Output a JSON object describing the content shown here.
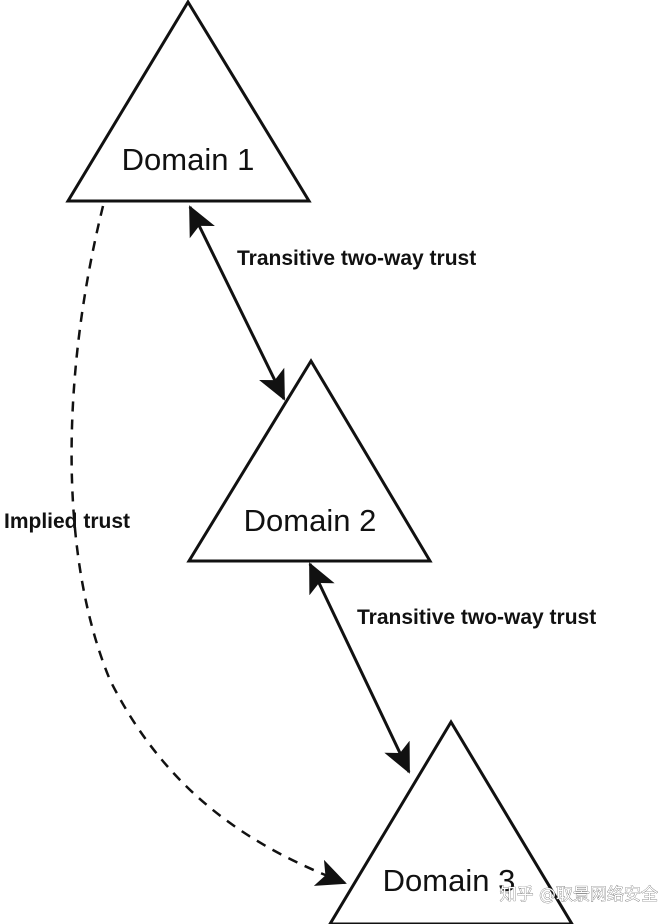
{
  "domains": [
    {
      "label": "Domain 1"
    },
    {
      "label": "Domain 2"
    },
    {
      "label": "Domain 3"
    }
  ],
  "trusts": [
    {
      "label": "Transitive two-way trust",
      "type": "solid",
      "direction": "two-way",
      "from": "Domain 1",
      "to": "Domain 2"
    },
    {
      "label": "Transitive two-way trust",
      "type": "solid",
      "direction": "two-way",
      "from": "Domain 2",
      "to": "Domain 3"
    },
    {
      "label": "Implied trust",
      "type": "dashed",
      "direction": "one-way",
      "from": "Domain 1",
      "to": "Domain 3"
    }
  ],
  "watermark": "知乎 @取景网络安全",
  "colors": {
    "stroke": "#111111",
    "fill": "#ffffff",
    "background": "#ffffff"
  }
}
